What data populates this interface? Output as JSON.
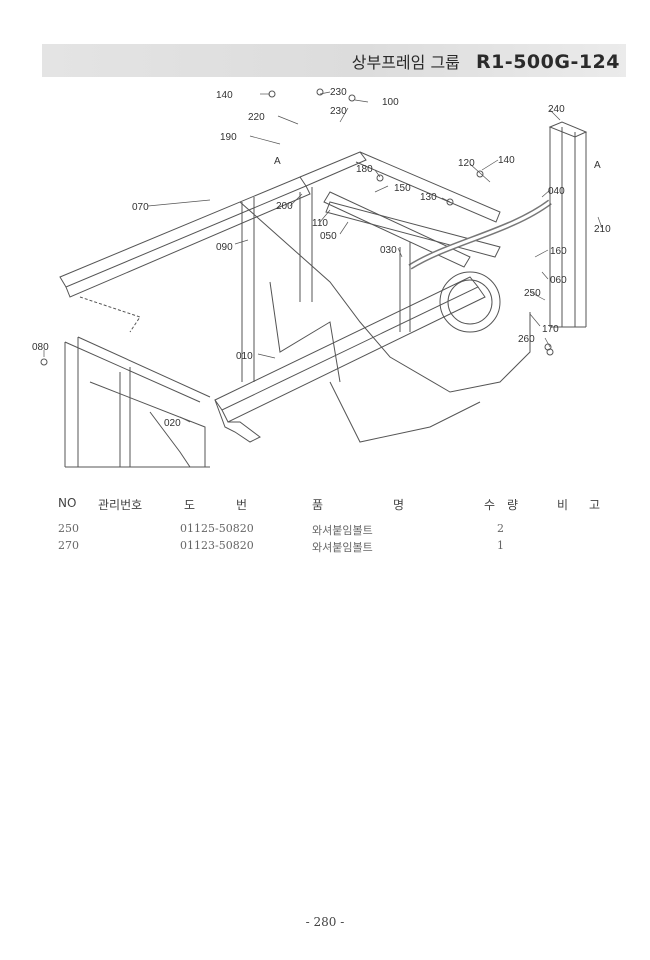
{
  "header": {
    "group_name": "상부프레임 그룹",
    "group_code": "R1-500G-124"
  },
  "diagram": {
    "callouts": [
      "140",
      "230",
      "230",
      "100",
      "220",
      "190",
      "240",
      "120",
      "140",
      "180",
      "150",
      "130",
      "040",
      "070",
      "200",
      "110",
      "050",
      "030",
      "160",
      "210",
      "060",
      "250",
      "090",
      "080",
      "010",
      "170",
      "260",
      "020",
      "A",
      "A"
    ]
  },
  "table": {
    "headers": [
      "NO",
      "관리번호",
      "도",
      "번",
      "품",
      "명",
      "수",
      "량",
      "비",
      "고"
    ],
    "rows": [
      {
        "no": "250",
        "mgmt": "",
        "drawing": "01125-50820",
        "name": "와셔붙임볼트",
        "qty": "2",
        "note": ""
      },
      {
        "no": "270",
        "mgmt": "",
        "drawing": "01123-50820",
        "name": "와셔붙임볼트",
        "qty": "1",
        "note": ""
      }
    ]
  },
  "footer": {
    "page_number": "- 280 -"
  }
}
